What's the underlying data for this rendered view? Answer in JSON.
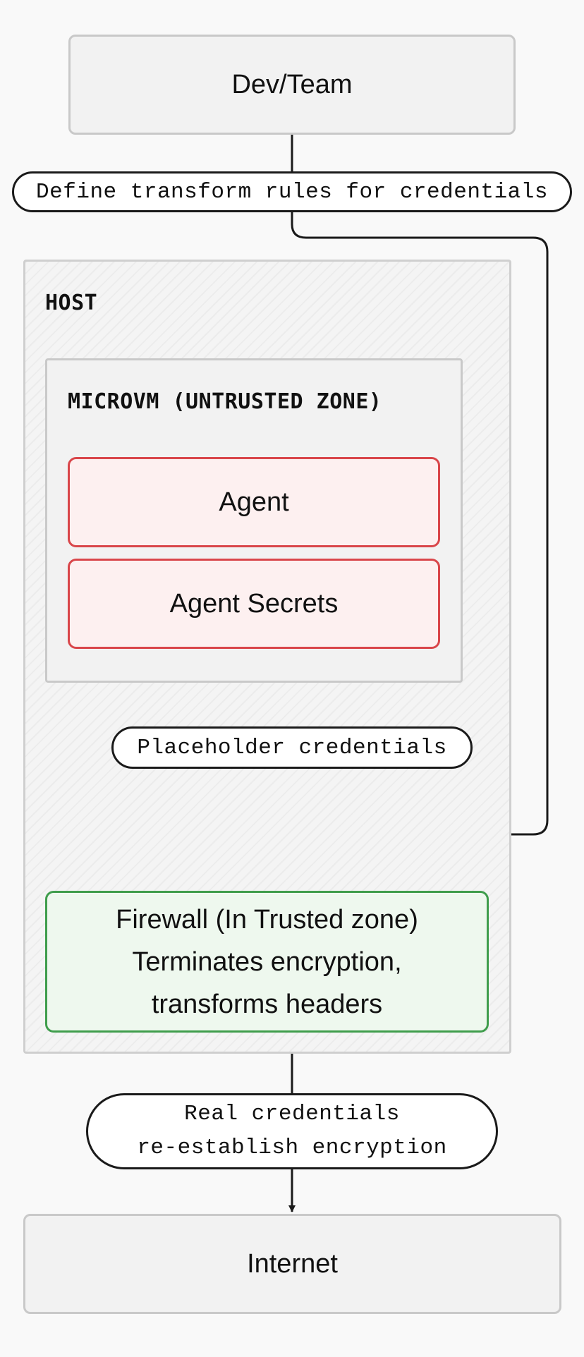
{
  "nodes": {
    "dev_team": "Dev/Team",
    "host_label": "HOST",
    "microvm_label": "MICROVM (UNTRUSTED ZONE)",
    "agent": "Agent",
    "agent_secrets": "Agent Secrets",
    "firewall": {
      "line1": "Firewall (In Trusted zone)",
      "line2": "Terminates encryption,",
      "line3": "transforms headers"
    },
    "internet": "Internet"
  },
  "edges": {
    "define_rules": "Define transform rules for credentials",
    "placeholder": "Placeholder credentials",
    "real_creds": {
      "line1": "Real credentials",
      "line2": "re-establish encryption"
    }
  },
  "colors": {
    "untrusted_border": "#d9464a",
    "untrusted_fill": "#fdf0f0",
    "trusted_border": "#3f9d4c",
    "trusted_fill": "#eef8ee",
    "line": "#1a1a1a"
  }
}
